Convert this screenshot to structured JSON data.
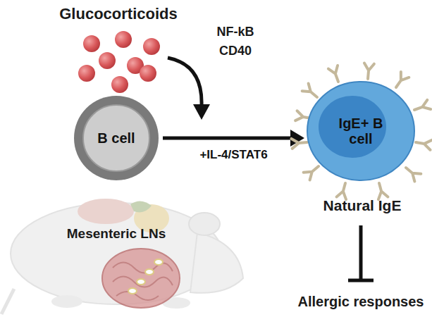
{
  "diagram": {
    "nodes": [
      {
        "text": [
          "B cell"
        ]
      },
      {
        "text": [
          "IgE+ B cell"
        ]
      }
    ],
    "edges": [
      {
        "from": 0,
        "to": 1,
        "label": "+IL-4/STAT6",
        "arrow": "to"
      }
    ],
    "labels": [
      "Glucocorticoids",
      "NF-kB",
      "CD40",
      "Mesenteric LNs",
      "Natural IgE",
      "Allergic responses"
    ]
  }
}
